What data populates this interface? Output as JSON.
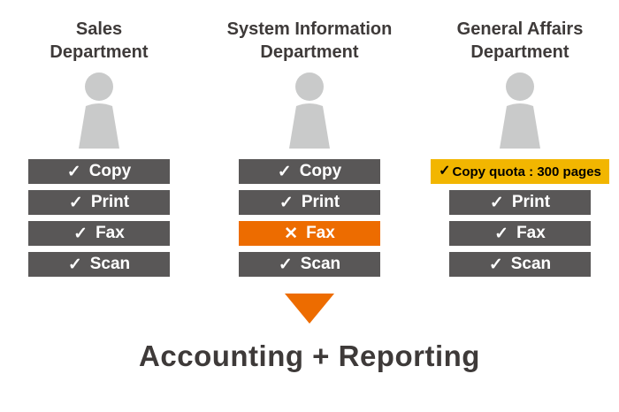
{
  "columns": [
    {
      "title_line1": "Sales",
      "title_line2": "Department",
      "items": [
        {
          "mark": "✓",
          "label": "Copy"
        },
        {
          "mark": "✓",
          "label": "Print"
        },
        {
          "mark": "✓",
          "label": "Fax"
        },
        {
          "mark": "✓",
          "label": "Scan"
        }
      ]
    },
    {
      "title_line1": "System Information",
      "title_line2": "Department",
      "items": [
        {
          "mark": "✓",
          "label": "Copy"
        },
        {
          "mark": "✓",
          "label": "Print"
        },
        {
          "mark": "✕",
          "label": "Fax"
        },
        {
          "mark": "✓",
          "label": "Scan"
        }
      ]
    },
    {
      "title_line1": "General Affairs",
      "title_line2": "Department",
      "items": [
        {
          "mark": "✓",
          "label": "Copy quota : 300 pages"
        },
        {
          "mark": "✓",
          "label": "Print"
        },
        {
          "mark": "✓",
          "label": "Fax"
        },
        {
          "mark": "✓",
          "label": "Scan"
        }
      ]
    }
  ],
  "footer": {
    "label": "Accounting + Reporting"
  },
  "colors": {
    "bar_dark": "#595757",
    "bar_disabled_orange": "#ed6c00",
    "bar_quota_yellow": "#f2b600",
    "arrow_orange": "#ed6c00",
    "title_text": "#3e3a39",
    "person_gray": "#c9caca"
  }
}
